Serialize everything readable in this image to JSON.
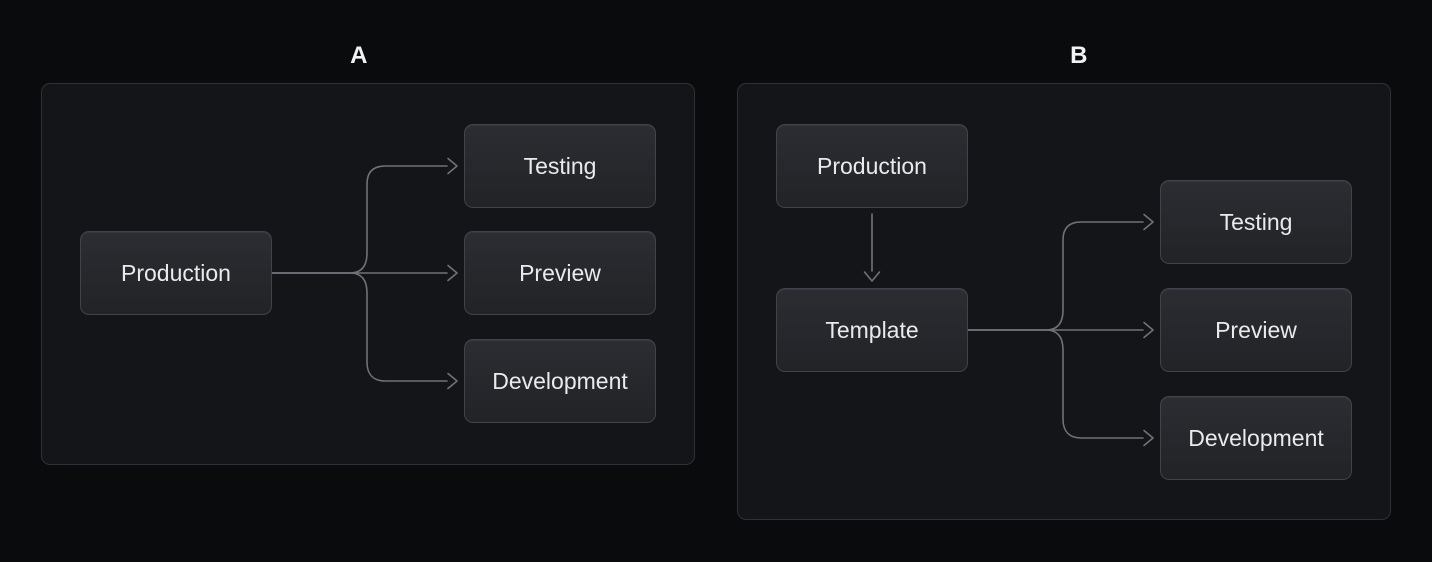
{
  "colors": {
    "page_background": "#0a0b0d",
    "panel_background": "#141519",
    "panel_border": "#2e3137",
    "node_background_top": "#2b2d32",
    "node_background_bottom": "#212327",
    "node_border": "#3f434a",
    "node_text": "#e9eaec",
    "connector": "#6f7278",
    "title_text": "#f1f2f4"
  },
  "panels": [
    {
      "title": "A",
      "nodes": [
        {
          "id": "production",
          "label": "Production"
        },
        {
          "id": "testing",
          "label": "Testing"
        },
        {
          "id": "preview",
          "label": "Preview"
        },
        {
          "id": "development",
          "label": "Development"
        }
      ],
      "edges": [
        {
          "from": "production",
          "to": "testing"
        },
        {
          "from": "production",
          "to": "preview"
        },
        {
          "from": "production",
          "to": "development"
        }
      ]
    },
    {
      "title": "B",
      "nodes": [
        {
          "id": "production",
          "label": "Production"
        },
        {
          "id": "template",
          "label": "Template"
        },
        {
          "id": "testing",
          "label": "Testing"
        },
        {
          "id": "preview",
          "label": "Preview"
        },
        {
          "id": "development",
          "label": "Development"
        }
      ],
      "edges": [
        {
          "from": "production",
          "to": "template"
        },
        {
          "from": "template",
          "to": "testing"
        },
        {
          "from": "template",
          "to": "preview"
        },
        {
          "from": "template",
          "to": "development"
        }
      ]
    }
  ]
}
